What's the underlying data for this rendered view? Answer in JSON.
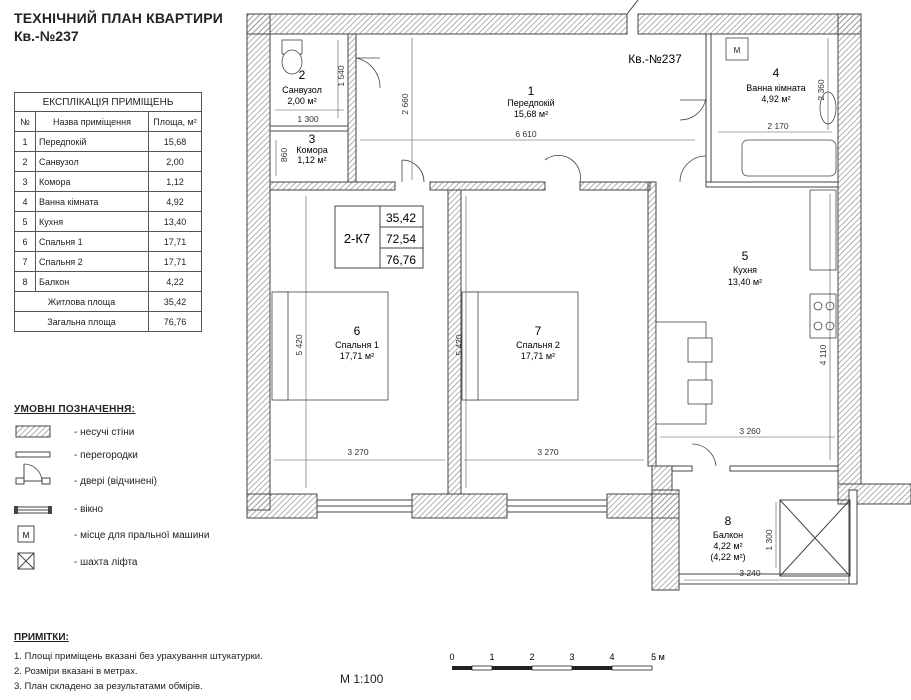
{
  "title": {
    "line1": "ТЕХНІЧНИЙ ПЛАН КВАРТИРИ",
    "line2": "Кв.-№237"
  },
  "explication": {
    "caption": "ЕКСПЛІКАЦІЯ ПРИМІЩЕНЬ",
    "headers": [
      "№",
      "Назва приміщення",
      "Площа, м²"
    ],
    "rows": [
      {
        "n": "1",
        "name": "Передпокій",
        "area": "15,68"
      },
      {
        "n": "2",
        "name": "Санвузол",
        "area": "2,00"
      },
      {
        "n": "3",
        "name": "Комора",
        "area": "1,12"
      },
      {
        "n": "4",
        "name": "Ванна кімната",
        "area": "4,92"
      },
      {
        "n": "5",
        "name": "Кухня",
        "area": "13,40"
      },
      {
        "n": "6",
        "name": "Спальня 1",
        "area": "17,71"
      },
      {
        "n": "7",
        "name": "Спальня 2",
        "area": "17,71"
      },
      {
        "n": "8",
        "name": "Балкон",
        "area": "4,22"
      }
    ],
    "living_label": "Житлова площа",
    "living_value": "35,42",
    "total_label": "Загальна площа",
    "total_value": "76,76"
  },
  "legend": {
    "title": "УМОВНІ ПОЗНАЧЕННЯ:",
    "items": [
      "- несучі стіни",
      "- перегородки",
      "- двері (відчинені)",
      "- вікно",
      "- місце для пральної машини",
      "- шахта ліфта"
    ],
    "washer_symbol": "М"
  },
  "notes": {
    "title": "ПРИМІТКИ:",
    "items": [
      "1.  Площі приміщень вказані без урахування штукатурки.",
      "2.  Розміри вказані в метрах.",
      "3.  План складено за результатами обмірів."
    ]
  },
  "scale": {
    "label": "М 1:100",
    "ticks": [
      "0",
      "1",
      "2",
      "3",
      "4",
      "5 м"
    ]
  },
  "plan": {
    "apt_label": "Кв.-№237",
    "summary": {
      "code": "2-К7",
      "v1": "35,42",
      "v2": "72,54",
      "v3": "76,76"
    },
    "washer": "М",
    "rooms": [
      {
        "num": "1",
        "name": "Передпокій",
        "area": "15,68 м²"
      },
      {
        "num": "2",
        "name": "Санвузол",
        "area": "2,00 м²"
      },
      {
        "num": "3",
        "name": "Комора",
        "area": "1,12 м²"
      },
      {
        "num": "4",
        "name": "Ванна кімната",
        "area": "4,92 м²"
      },
      {
        "num": "5",
        "name": "Кухня",
        "area": "13,40 м²"
      },
      {
        "num": "6",
        "name": "Спальня 1",
        "area": "17,71 м²"
      },
      {
        "num": "7",
        "name": "Спальня 2",
        "area": "17,71 м²"
      },
      {
        "num": "8",
        "name": "Балкон",
        "area": "4,22 м²",
        "extra": "(4,22 м²)"
      }
    ],
    "dims": {
      "d1540": "1 540",
      "d1300": "1 300",
      "d2660": "2 660",
      "d6610": "6 610",
      "d2360": "2 360",
      "d2170": "2 170",
      "d860": "860",
      "d5420a": "5 420",
      "d5420b": "5 420",
      "d3270a": "3 270",
      "d3270b": "3 270",
      "d4110": "4 110",
      "d3260": "3 260",
      "d1300b": "1 300",
      "d3240": "3 240"
    }
  }
}
